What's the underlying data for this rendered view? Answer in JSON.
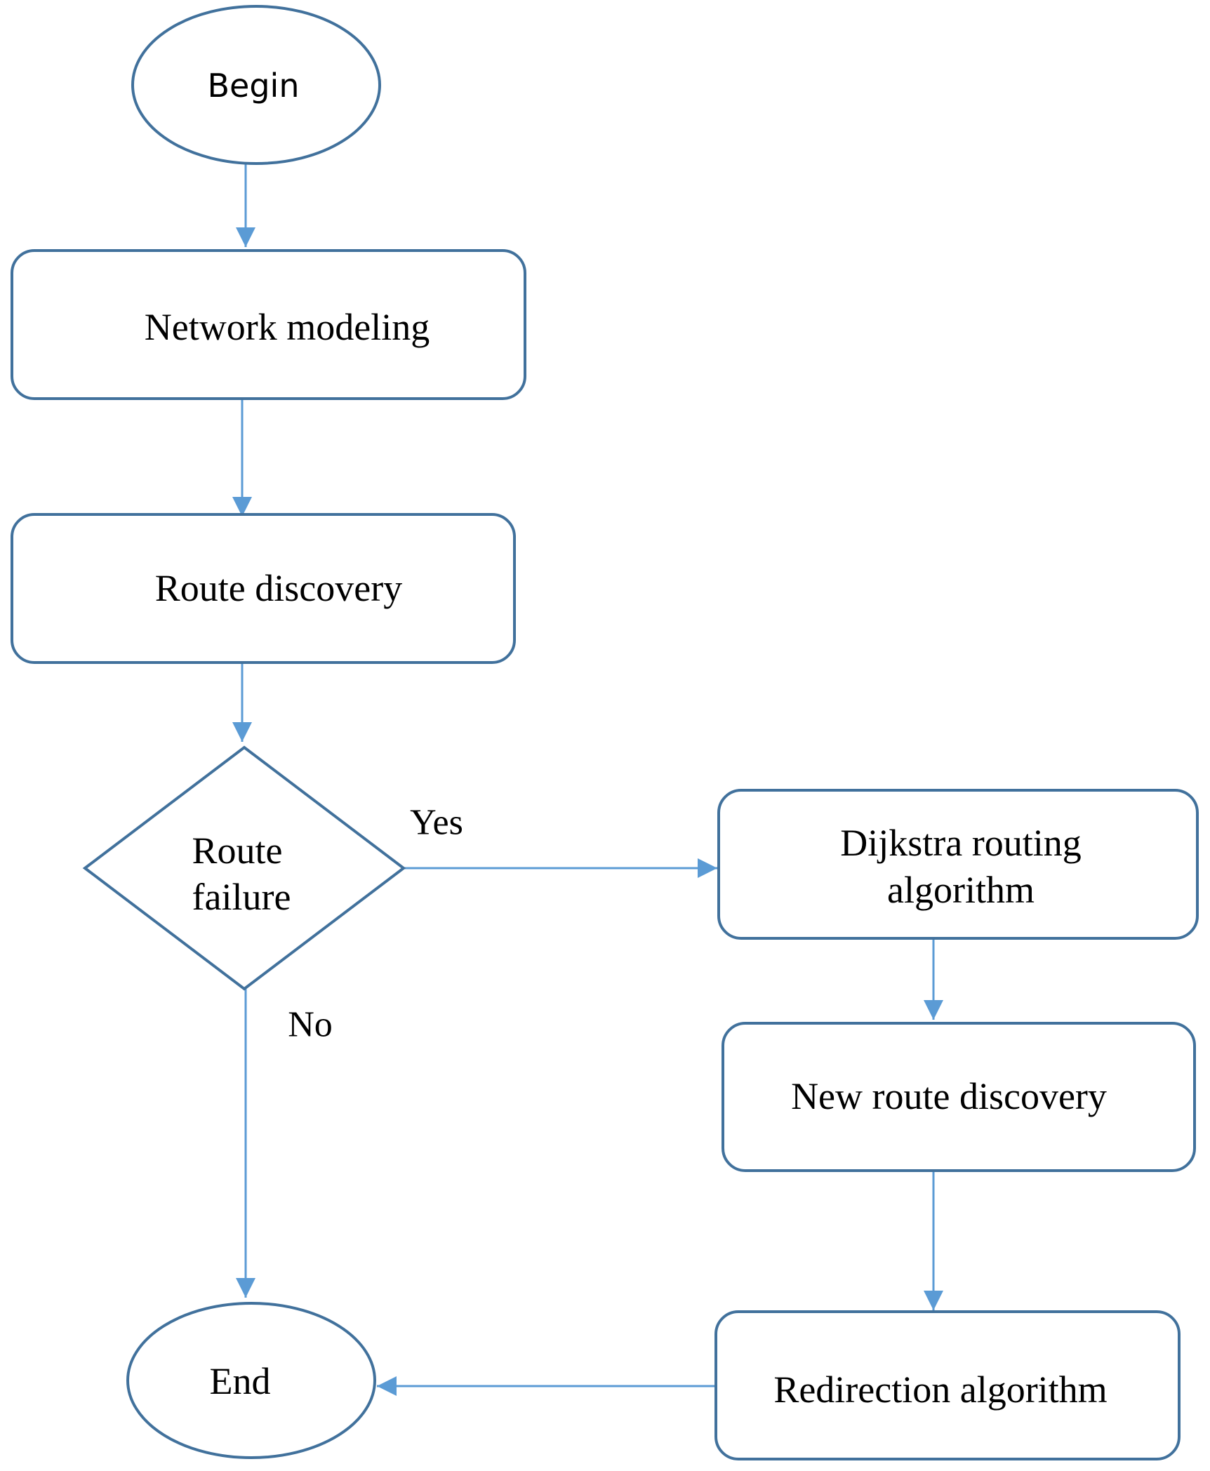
{
  "colors": {
    "stroke": "#41719c",
    "connector": "#5b9bd5",
    "text": "#000000",
    "background": "#ffffff"
  },
  "nodes": {
    "begin": {
      "label": "Begin",
      "shape": "ellipse"
    },
    "network_modeling": {
      "label": "Network modeling",
      "shape": "rounded-rectangle"
    },
    "route_discovery": {
      "label": "Route discovery",
      "shape": "rounded-rectangle"
    },
    "route_failure": {
      "lines": [
        "Route",
        "failure"
      ],
      "shape": "diamond"
    },
    "dijkstra": {
      "lines": [
        "Dijkstra routing",
        "algorithm"
      ],
      "shape": "rounded-rectangle"
    },
    "new_route_discovery": {
      "label": "New route discovery",
      "shape": "rounded-rectangle"
    },
    "redirection": {
      "label": "Redirection algorithm",
      "shape": "rounded-rectangle"
    },
    "end": {
      "label": "End",
      "shape": "ellipse"
    }
  },
  "edges": {
    "yes_label": "Yes",
    "no_label": "No"
  }
}
